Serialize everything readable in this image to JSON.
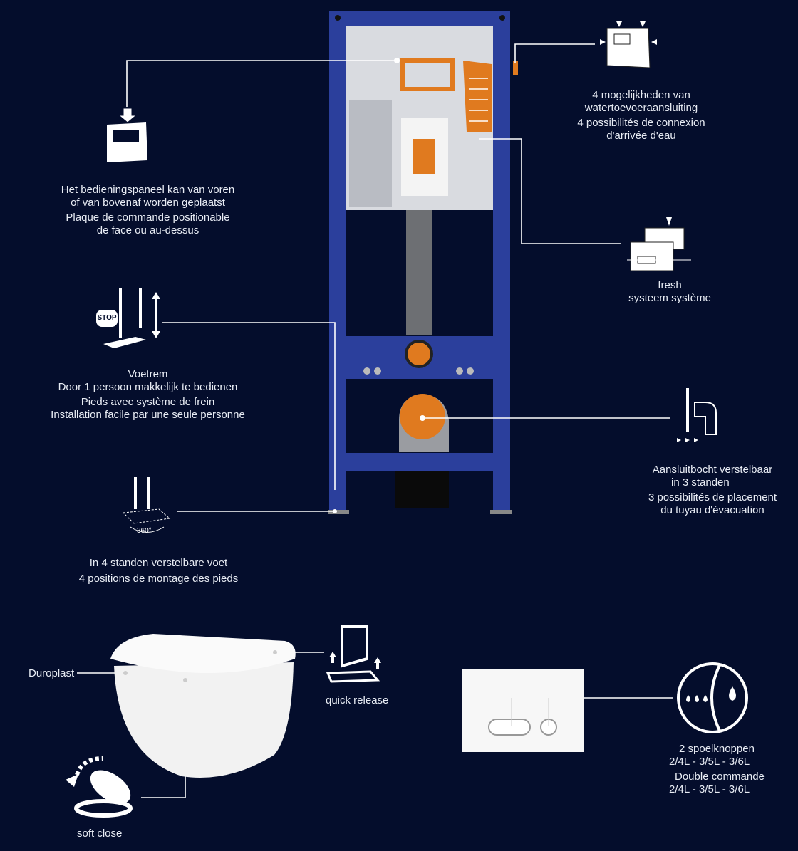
{
  "callouts": {
    "panel_position": {
      "nl": [
        "Het bedieningspaneel  kan van voren",
        "of van bovenaf worden geplaatst"
      ],
      "fr": [
        "Plaque de commande positionable",
        "de face ou au-dessus"
      ]
    },
    "water_supply": {
      "nl": [
        "4 mogelijkheden van",
        "watertoevoeraansluiting"
      ],
      "fr": [
        "4 possibilités de connexion",
        "d'arrivée d'eau"
      ]
    },
    "fresh": {
      "lines": [
        "fresh",
        "systeem système"
      ]
    },
    "brake": {
      "nl": [
        "Voetrem",
        "Door 1 persoon makkelijk te bedienen"
      ],
      "fr": [
        "Pieds avec système de frein",
        "Installation facile par une seule personne"
      ],
      "stop_label": "STOP"
    },
    "bend": {
      "nl": [
        "Aansluitbocht verstelbaar",
        "in 3 standen"
      ],
      "fr": [
        "3 possibilités de placement",
        "du tuyau d'évacuation"
      ]
    },
    "feet": {
      "nl": "In 4 standen verstelbare voet",
      "fr": "4 positions de montage des pieds",
      "rotation_label": "360°"
    },
    "duroplast": "Duroplast",
    "quick_release": "quick release",
    "soft_close": "soft close",
    "flush_buttons": {
      "nl": [
        "2 spoelknoppen",
        "2/4L - 3/5L - 3/6L"
      ],
      "fr": [
        "Double commande",
        "2/4L - 3/5L - 3/6L"
      ]
    }
  },
  "colors": {
    "background": "#040d2c",
    "frame": "#2b3f9c",
    "accent": "#e07a1f",
    "line": "#ffffff"
  }
}
